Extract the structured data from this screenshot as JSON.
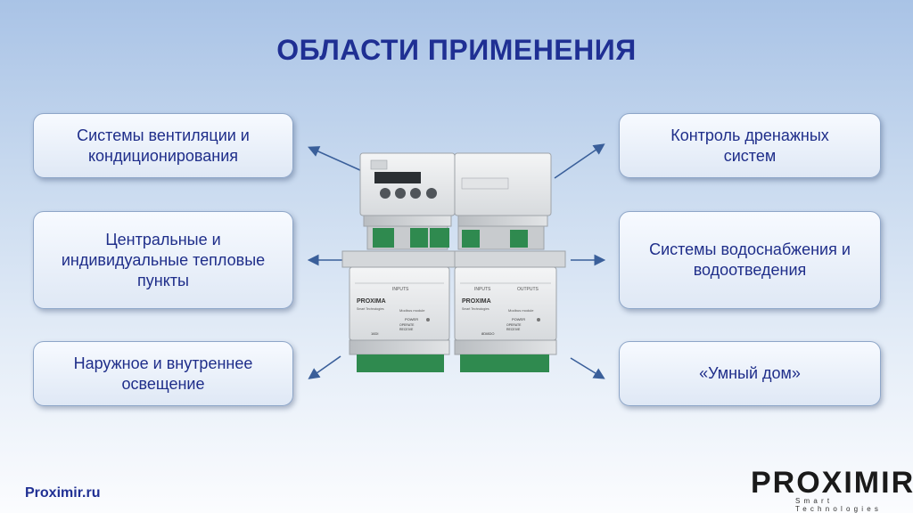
{
  "title": "ОБЛАСТИ ПРИМЕНЕНИЯ",
  "cards": {
    "left": [
      "Системы вентиляции и\nкондиционирования",
      "Центральные и\nиндивидуальные тепловые\nпункты",
      "Наружное и внутреннее\nосвещение"
    ],
    "right": [
      "Контроль дренажных\nсистем",
      "Системы водоснабжения и\nводоотведения",
      "«Умный дом»"
    ]
  },
  "device_labels": {
    "brand": "PROXIMA",
    "tag": "Smart Technologies",
    "inputs": "INPUTS",
    "outputs": "OUTPUTS",
    "power": "POWER",
    "operate": "OPERATE",
    "receive": "RECEIVE",
    "model_left": "16DI",
    "model_right": "8DI8DO",
    "modbus": "Modbus module"
  },
  "footer": {
    "website": "Proximir.ru",
    "logo": "PROXIMIR",
    "logo_tagline": "Smart Technologies"
  },
  "colors": {
    "title": "#1f2f93",
    "card_text": "#1f2e8a",
    "arrow": "#3a5f9a"
  }
}
